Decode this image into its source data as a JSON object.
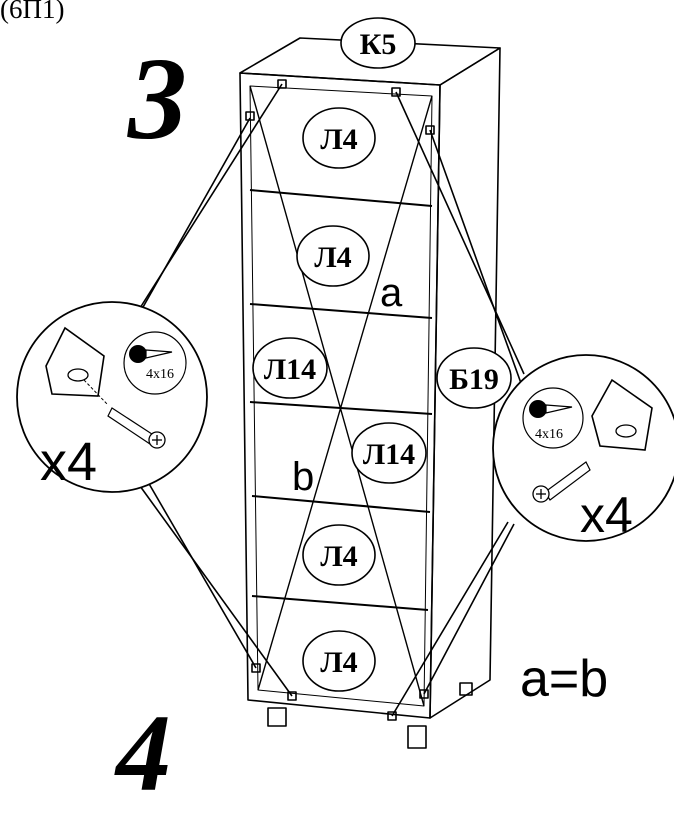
{
  "header": {
    "code_text": "(6П1)"
  },
  "steps": {
    "current": "3",
    "next": "4"
  },
  "panels": {
    "top": "К5",
    "shelf_1": "Л4",
    "shelf_2": "Л4",
    "shelf_3": "Л14",
    "shelf_4": "Л14",
    "shelf_5": "Л4",
    "shelf_6": "Л4",
    "side": "Б19"
  },
  "diagonals": {
    "a_label": "a",
    "b_label": "b",
    "check_text": "a=b"
  },
  "hardware": {
    "left": {
      "screw_size": "4x16",
      "quantity": "x4"
    },
    "right": {
      "screw_size": "4x16",
      "quantity": "x4"
    }
  },
  "colors": {
    "line": "#000000",
    "background": "#ffffff",
    "label_fill": "#ffffff"
  }
}
